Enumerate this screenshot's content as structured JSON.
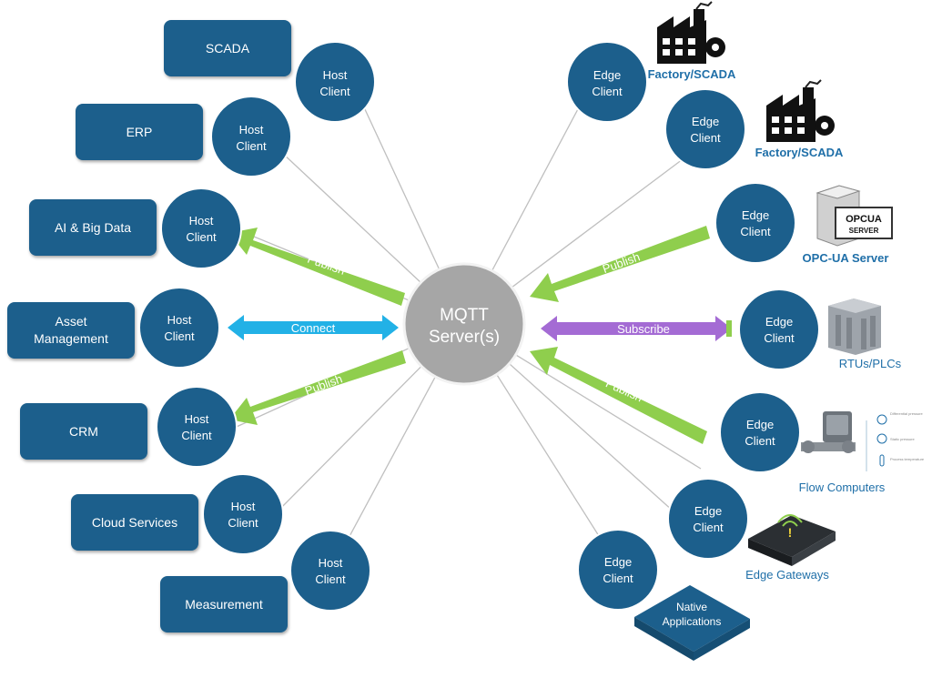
{
  "server": {
    "line1": "MQTT",
    "line2": "Server(s)"
  },
  "host_clients": [
    {
      "line1": "Host",
      "line2": "Client",
      "system": "SCADA"
    },
    {
      "line1": "Host",
      "line2": "Client",
      "system": "ERP"
    },
    {
      "line1": "Host",
      "line2": "Client",
      "system": "AI & Big Data"
    },
    {
      "line1": "Host",
      "line2": "Client",
      "system_line1": "Asset",
      "system_line2": "Management"
    },
    {
      "line1": "Host",
      "line2": "Client",
      "system": "CRM"
    },
    {
      "line1": "Host",
      "line2": "Client",
      "system": "Cloud Services"
    },
    {
      "line1": "Host",
      "line2": "Client",
      "system": "Measurement"
    }
  ],
  "edge_clients": [
    {
      "line1": "Edge",
      "line2": "Client",
      "device": "Factory/SCADA"
    },
    {
      "line1": "Edge",
      "line2": "Client",
      "device": "Factory/SCADA"
    },
    {
      "line1": "Edge",
      "line2": "Client",
      "device": "OPC-UA Server"
    },
    {
      "line1": "Edge",
      "line2": "Client",
      "device": "RTUs/PLCs"
    },
    {
      "line1": "Edge",
      "line2": "Client",
      "device": "Flow Computers"
    },
    {
      "line1": "Edge",
      "line2": "Client",
      "device": "Edge Gateways"
    },
    {
      "line1": "Edge",
      "line2": "Client",
      "device_line1": "Native",
      "device_line2": "Applications"
    }
  ],
  "arrows": {
    "publish": "Publish",
    "connect": "Connect",
    "subscribe": "Subscribe"
  },
  "icons": {
    "opcua_line1": "OPCUA",
    "opcua_line2": "SERVER",
    "flow_labels": [
      "Differential pressure",
      "Static pressure",
      "Process temperature"
    ]
  },
  "colors": {
    "node": "#1c5f8c",
    "server": "#a6a6a6",
    "publish": "#8fce4d",
    "connect": "#22b1e6",
    "subscribe": "#a46bd4",
    "device_text": "#1f6fa8"
  }
}
